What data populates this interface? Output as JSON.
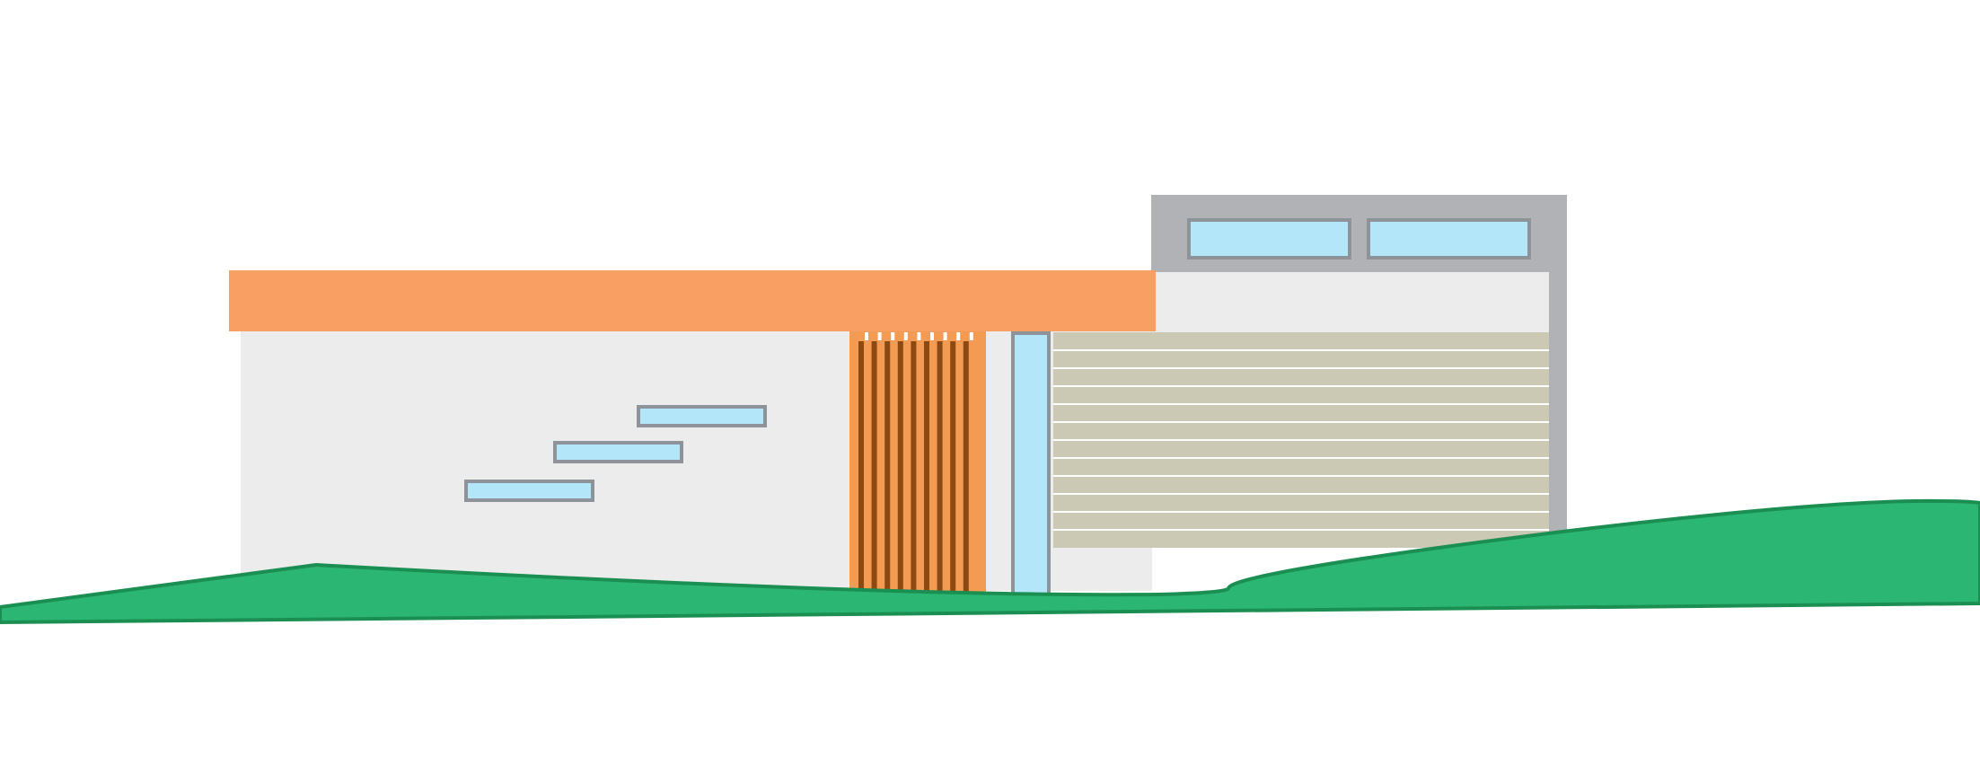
{
  "colors": {
    "background": "#ffffff",
    "roof": "#f8a064",
    "wall": "#ececec",
    "upper_frame": "#b1b2b6",
    "window_glass": "#b3e6f8",
    "window_frame": "#8e9399",
    "cladding": "#cbc8b3",
    "cladding_line": "#ffffff",
    "door_orange": "#f39b53",
    "door_slat": "#8c4a12",
    "ground": "#2bb673",
    "ground_stroke": "#1a8f51"
  },
  "illustration": {
    "subject": "house-elevation",
    "slat_count": 9,
    "cladding_board_count": 12
  }
}
